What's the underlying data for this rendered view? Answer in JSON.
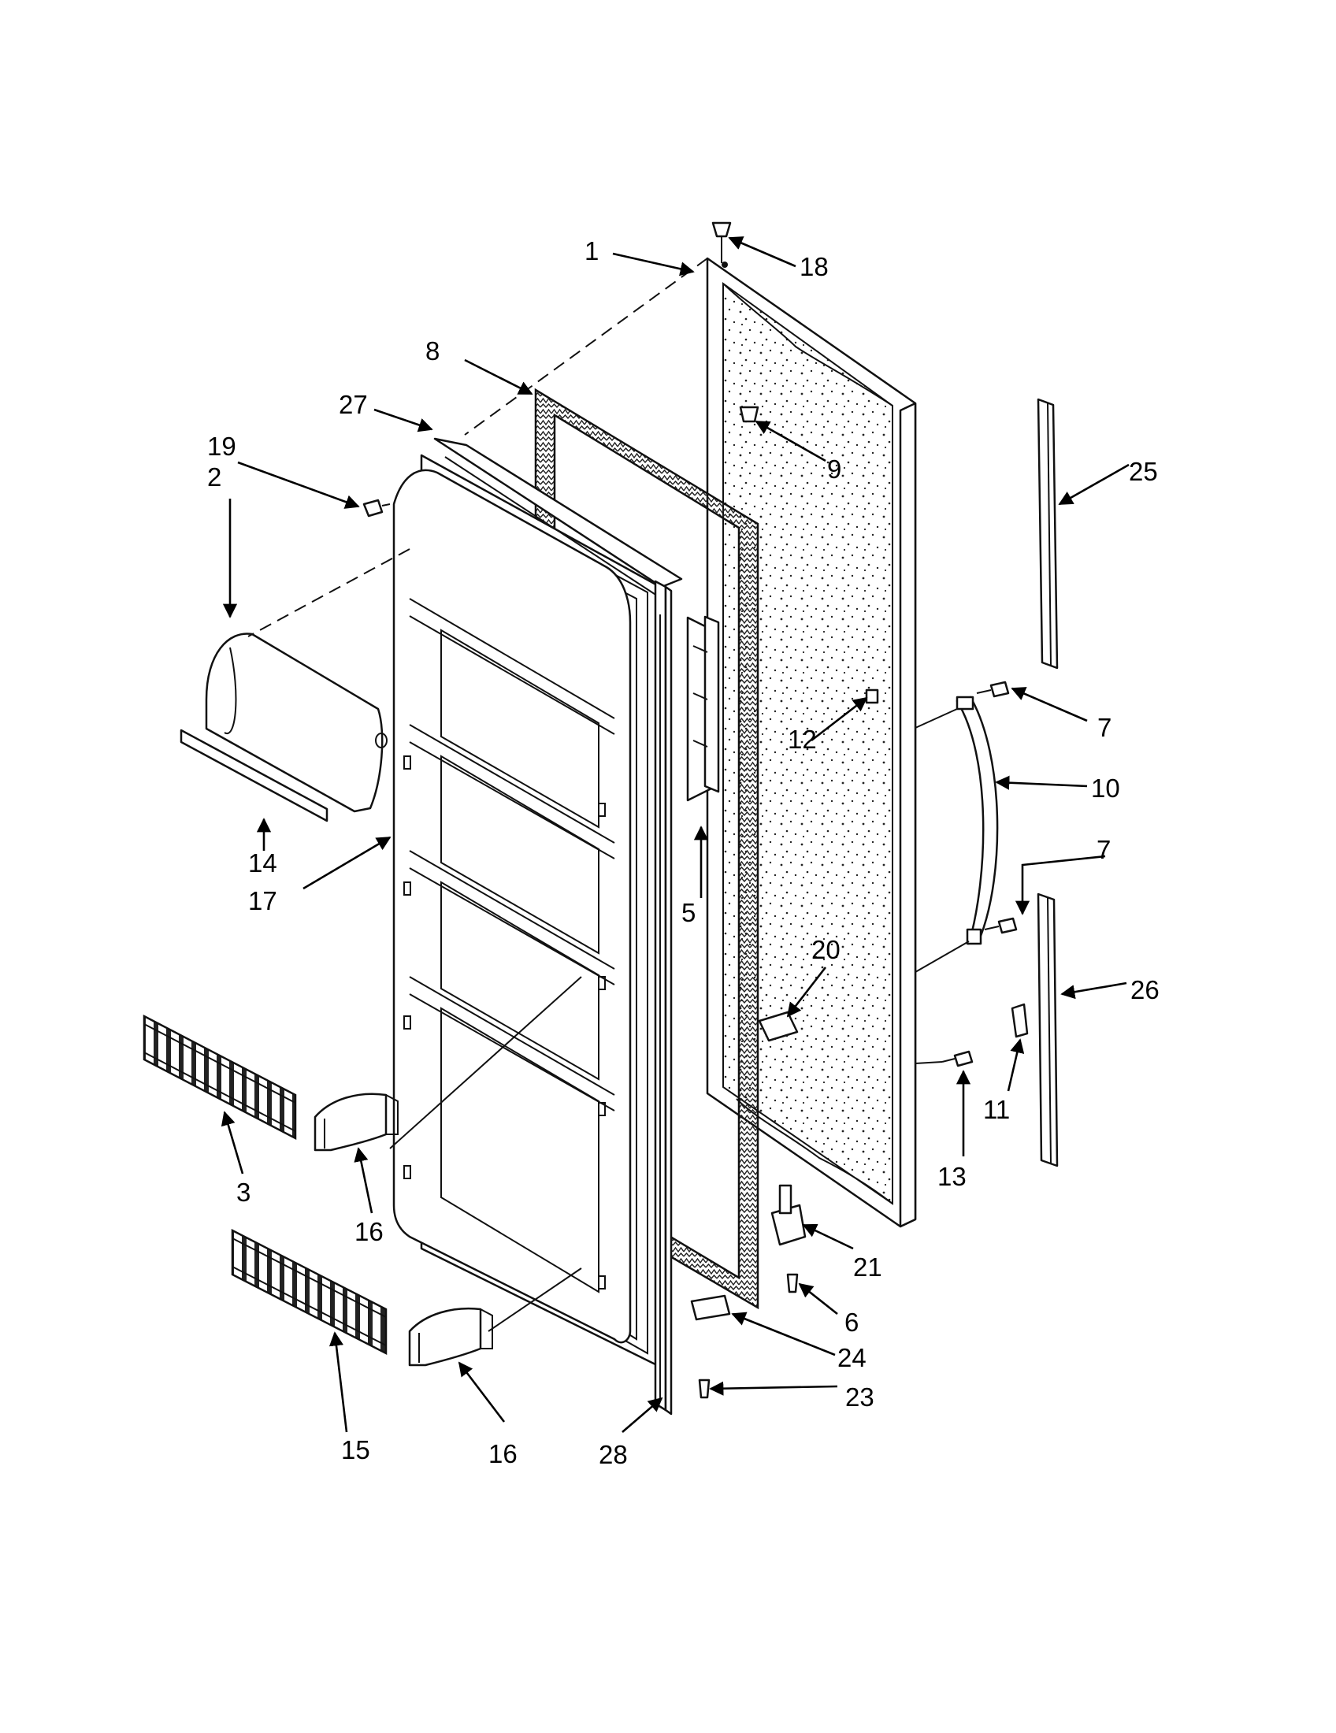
{
  "callouts": [
    {
      "id": "c1",
      "text": "1"
    },
    {
      "id": "c2",
      "text": "2"
    },
    {
      "id": "c3",
      "text": "3"
    },
    {
      "id": "c5",
      "text": "5"
    },
    {
      "id": "c6",
      "text": "6"
    },
    {
      "id": "c7a",
      "text": "7"
    },
    {
      "id": "c7b",
      "text": "7"
    },
    {
      "id": "c8",
      "text": "8"
    },
    {
      "id": "c9",
      "text": "9"
    },
    {
      "id": "c10",
      "text": "10"
    },
    {
      "id": "c11",
      "text": "11"
    },
    {
      "id": "c12",
      "text": "12"
    },
    {
      "id": "c13",
      "text": "13"
    },
    {
      "id": "c14",
      "text": "14"
    },
    {
      "id": "c15",
      "text": "15"
    },
    {
      "id": "c16a",
      "text": "16"
    },
    {
      "id": "c16b",
      "text": "16"
    },
    {
      "id": "c17",
      "text": "17"
    },
    {
      "id": "c18",
      "text": "18"
    },
    {
      "id": "c19",
      "text": "19"
    },
    {
      "id": "c20",
      "text": "20"
    },
    {
      "id": "c21",
      "text": "21"
    },
    {
      "id": "c23",
      "text": "23"
    },
    {
      "id": "c24",
      "text": "24"
    },
    {
      "id": "c25",
      "text": "25"
    },
    {
      "id": "c26",
      "text": "26"
    },
    {
      "id": "c27",
      "text": "27"
    },
    {
      "id": "c28",
      "text": "28"
    }
  ]
}
